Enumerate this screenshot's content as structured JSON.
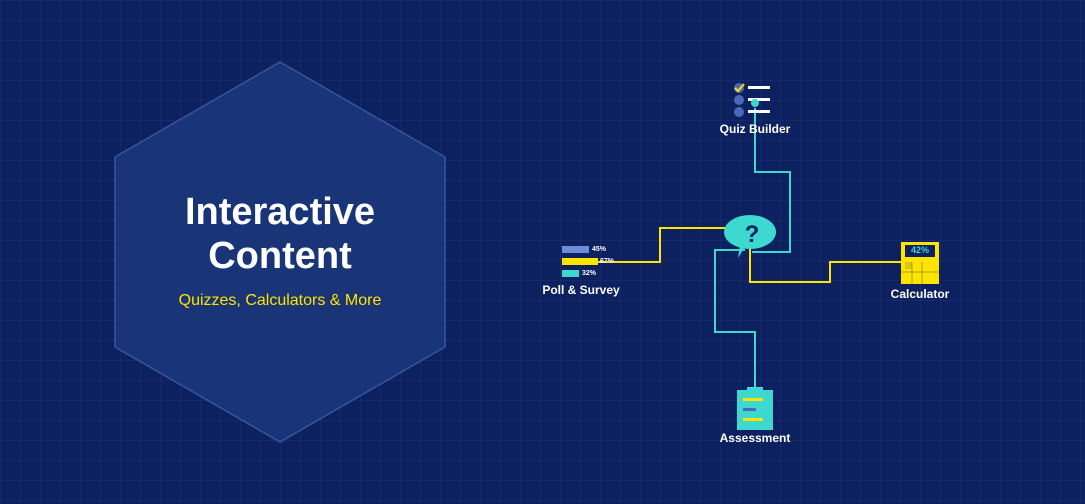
{
  "hero": {
    "title_line1": "Interactive",
    "title_line2": "Content",
    "subtitle": "Quizzes, Calculators & More"
  },
  "nodes": {
    "quiz_builder": "Quiz Builder",
    "poll_survey": "Poll & Survey",
    "calculator": "Calculator",
    "assessment": "Assessment"
  },
  "center_icon": "question-mark-icon",
  "poll_values": [
    {
      "label": "45%",
      "color": "#6a8fd8"
    },
    {
      "label": "67%",
      "color": "#ffe400"
    },
    {
      "label": "32%",
      "color": "#3dd9d0"
    }
  ],
  "calculator_display": "42%",
  "colors": {
    "background": "#0d2060",
    "accent_yellow": "#ffe400",
    "accent_teal": "#3dd9d0",
    "hex_fill": "#1a3478"
  }
}
